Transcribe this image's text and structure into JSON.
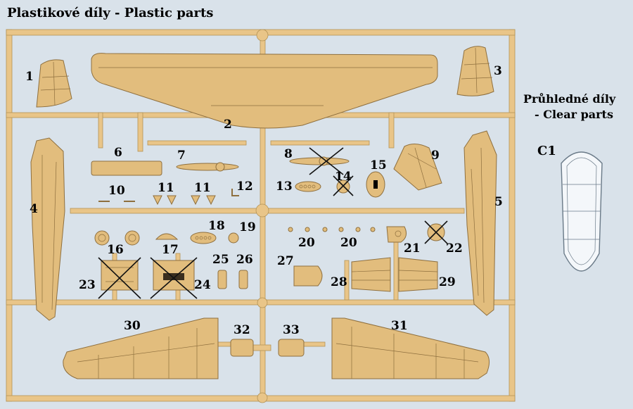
{
  "header": {
    "title": "Plastikové díly - Plastic parts"
  },
  "clear_parts": {
    "title_line1": "Průhledné díly",
    "title_line2": "- Clear parts",
    "part_label": "C1"
  },
  "part_numbers": [
    "1",
    "2",
    "3",
    "4",
    "5",
    "6",
    "7",
    "8",
    "9",
    "10",
    "11",
    "11",
    "12",
    "13",
    "14",
    "15",
    "16",
    "17",
    "18",
    "19",
    "20",
    "20",
    "21",
    "22",
    "23",
    "24",
    "25",
    "26",
    "27",
    "28",
    "29",
    "30",
    "31",
    "32",
    "33"
  ],
  "crossed_out_parts": [
    "14",
    "22",
    "23",
    "24"
  ],
  "colors": {
    "background": "#d9e2ea",
    "plastic": "#e9c588",
    "clear_plastic": "#f4f7fa",
    "text": "#000000"
  }
}
